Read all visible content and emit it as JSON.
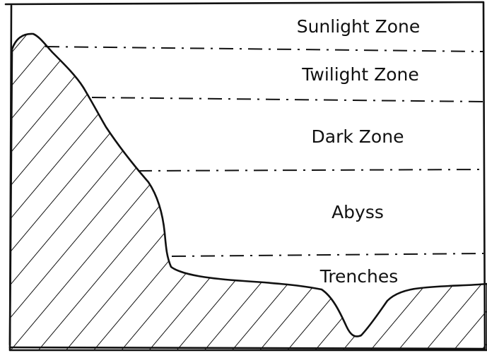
{
  "diagram": {
    "zones": [
      {
        "label": "Sunlight Zone"
      },
      {
        "label": "Twilight Zone"
      },
      {
        "label": "Dark Zone"
      },
      {
        "label": "Abyss"
      },
      {
        "label": "Trenches"
      }
    ],
    "colors": {
      "ink": "#111111",
      "paper": "#ffffff"
    }
  }
}
